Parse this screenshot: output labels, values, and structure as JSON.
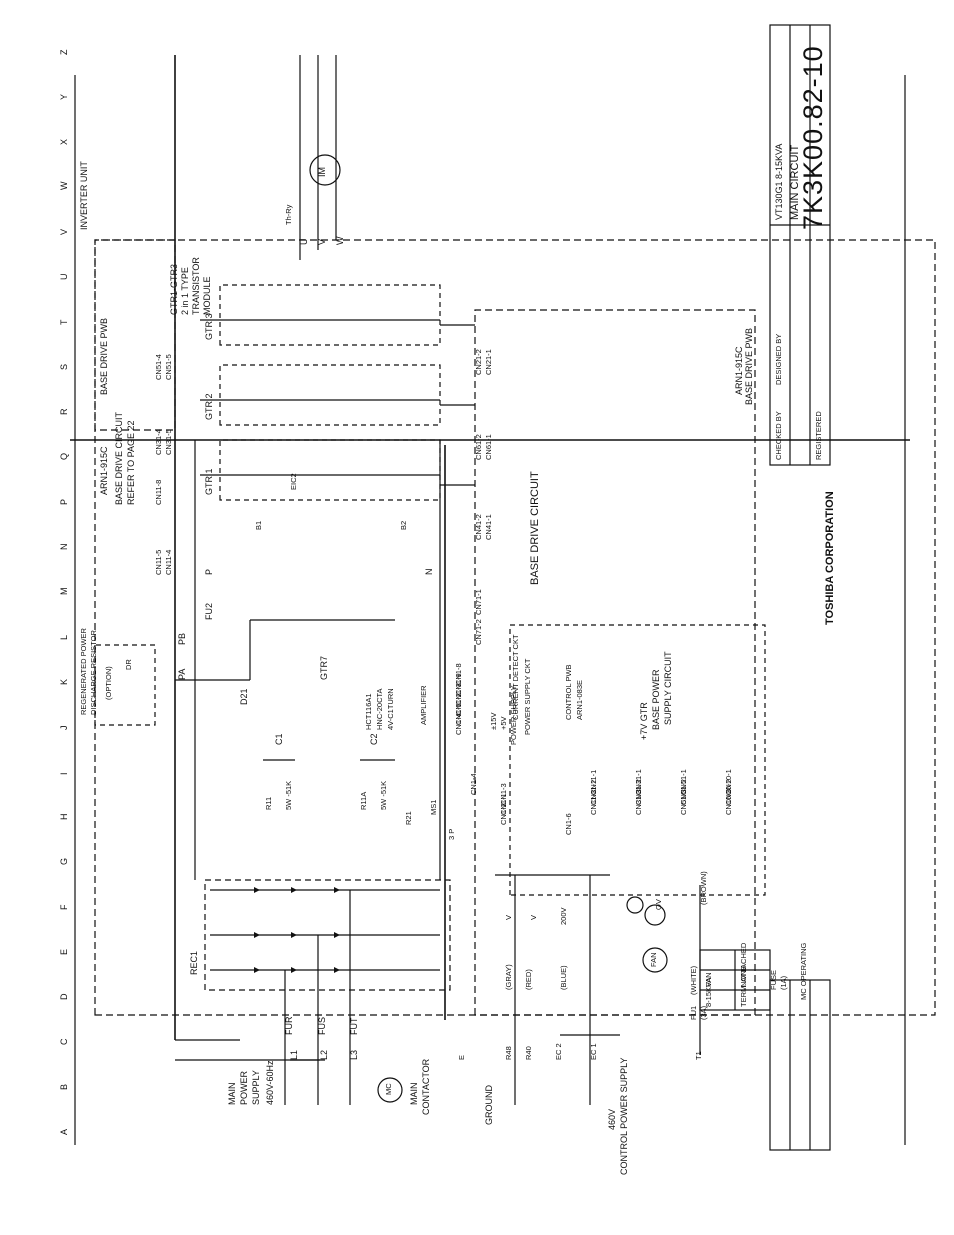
{
  "doc": {
    "drawing_number": "7K3K00.82-10",
    "company": "TOSHIBA CORPORATION",
    "title_model": "VT130G1 8-15KVA",
    "title_name": "MAIN CIRCUIT",
    "checked_by": "CHECKED BY",
    "designed_by": "DESIGNED BY",
    "registered": "REGISTERED"
  },
  "frame": {
    "row_letters": [
      "A",
      "B",
      "C",
      "D",
      "E",
      "F",
      "G",
      "H",
      "I",
      "J",
      "K",
      "L",
      "M",
      "N",
      "P",
      "Q",
      "R",
      "S",
      "T",
      "U",
      "V",
      "W",
      "X",
      "Y",
      "Z"
    ]
  },
  "labels": {
    "inverter_unit": "INVERTER UNIT",
    "base_drive_pwb": "BASE DRIVE PWB",
    "arn_top": "ARN1-915C",
    "base_drive_circuit_ref_1": "BASE DRIVE CIRCUIT",
    "base_drive_circuit_ref_2": "REFER TO PAGE 22",
    "gtr_module_1": "GTR1-GTR3",
    "gtr_module_2": "2 in 1 TYPE",
    "gtr_module_3": "TRANSISTOR",
    "gtr_module_4": "MODULE",
    "gtr1": "GTR 1",
    "gtr2": "GTR 2",
    "gtr3": "GTR 3",
    "gtr7": "GTR7",
    "b1": "B1",
    "b2": "B2",
    "eic2": "EIC2",
    "p": "P",
    "n": "N",
    "fu2": "FU2",
    "d21": "D21",
    "pa": "PA",
    "pb": "PB",
    "discharge_1": "REGENERATED POWER",
    "discharge_2": "DISCHARGE RESISTOR",
    "discharge_3": "(OPTION)",
    "dr": "DR",
    "motor": "IM",
    "th_ry": "Th-Ry",
    "out_u": "U",
    "out_v": "V",
    "out_w": "W",
    "base_drive_circuit": "BASE DRIVE CIRCUIT",
    "arn_bottom_1": "ARN1-915C",
    "arn_bottom_2": "BASE DRIVE PWB",
    "c1": "C1",
    "c2": "C2",
    "r11": "R11",
    "r11a": "R11A",
    "r_val": "5W -51K",
    "r21": "R21",
    "ms1": "MS1",
    "three_p": "3 P",
    "hct_1": "HCT116A1",
    "hct_2": "HNC-20CTA",
    "hct_3": "4V-C1TURN",
    "amplifier": "AMPLIFIER",
    "current_detect": "CURRENT DETECT CKT",
    "power_supply_ckt": "POWER SUPPLY CKT",
    "v15": "±15V",
    "v5": "+5V",
    "power_supply": "POWER SUPPLY",
    "control_pwb_1": "CONTROL PWB",
    "control_pwb_2": "ARN1-083E",
    "gtr_supply_1": "+7V GTR",
    "gtr_supply_2": "BASE POWER",
    "gtr_supply_3": "SUPPLY CIRCUIT",
    "rec1": "REC1",
    "fur": "FUR",
    "fus": "FUS",
    "fut": "FUT",
    "l1": "L1",
    "l2": "L2",
    "l3": "L3",
    "main_supply_1": "MAIN",
    "main_supply_2": "POWER",
    "main_supply_3": "SUPPLY",
    "main_supply_4": "460V-60Hz",
    "mc": "MC",
    "main_contactor_1": "MAIN",
    "main_contactor_2": "CONTACTOR",
    "ground": "GROUND",
    "control_power_1": "460V",
    "control_power_2": "CONTROL POWER SUPPLY",
    "e": "E",
    "r48": "R48",
    "r40": "R40",
    "ec2": "EC 2",
    "ec1": "EC 1",
    "t1": "T1",
    "gray": "(GRAY)",
    "red": "(RED)",
    "blue": "(BLUE)",
    "white": "(WHITE)",
    "brown": "(BROWN)",
    "fu1": "FU1",
    "fu1_rating": "(3A)",
    "v200": "200V",
    "fan": "FAN",
    "ov": "OV",
    "fuse": "FUSE",
    "fuse_rating": "(1A)",
    "mc_operating": "MC OPERATING",
    "fan_table_1": "FAN",
    "fan_table_2": "NONE",
    "fan_table_3": "8-15KVA",
    "fan_table_4": "TERM. ATTACHED",
    "v_top": "V",
    "v_bot": "V"
  },
  "connectors": {
    "top_left": [
      "CN11-5",
      "CN11-4",
      "CN11-8",
      "CN31-4",
      "CN31-5",
      "CN51-4",
      "CN51-5"
    ],
    "base_right": [
      "CN41-2",
      "CN41-1",
      "CN61-2",
      "CN61-1",
      "CN21-2",
      "CN21-1"
    ],
    "cn71": [
      "CN71-1",
      "CN71-2"
    ],
    "ct": [
      "CN1-8",
      "CN1-9",
      "CN1-3",
      "CN1-2",
      "CN1-5",
      "CN1-4"
    ],
    "pwr_left": [
      "CN1-4",
      "CN1-3",
      "CN1-1",
      "CN1-2",
      "CN1-6"
    ],
    "pwr_mid": [
      "CN11-1",
      "CN11-2",
      "CN11-3",
      "CN31-1",
      "CN31-2",
      "CN31-3",
      "CN51-1",
      "CN51-2",
      "CN51-3"
    ],
    "pwr_right": [
      "CN10-1",
      "CN10-2",
      "CN10-3"
    ]
  }
}
